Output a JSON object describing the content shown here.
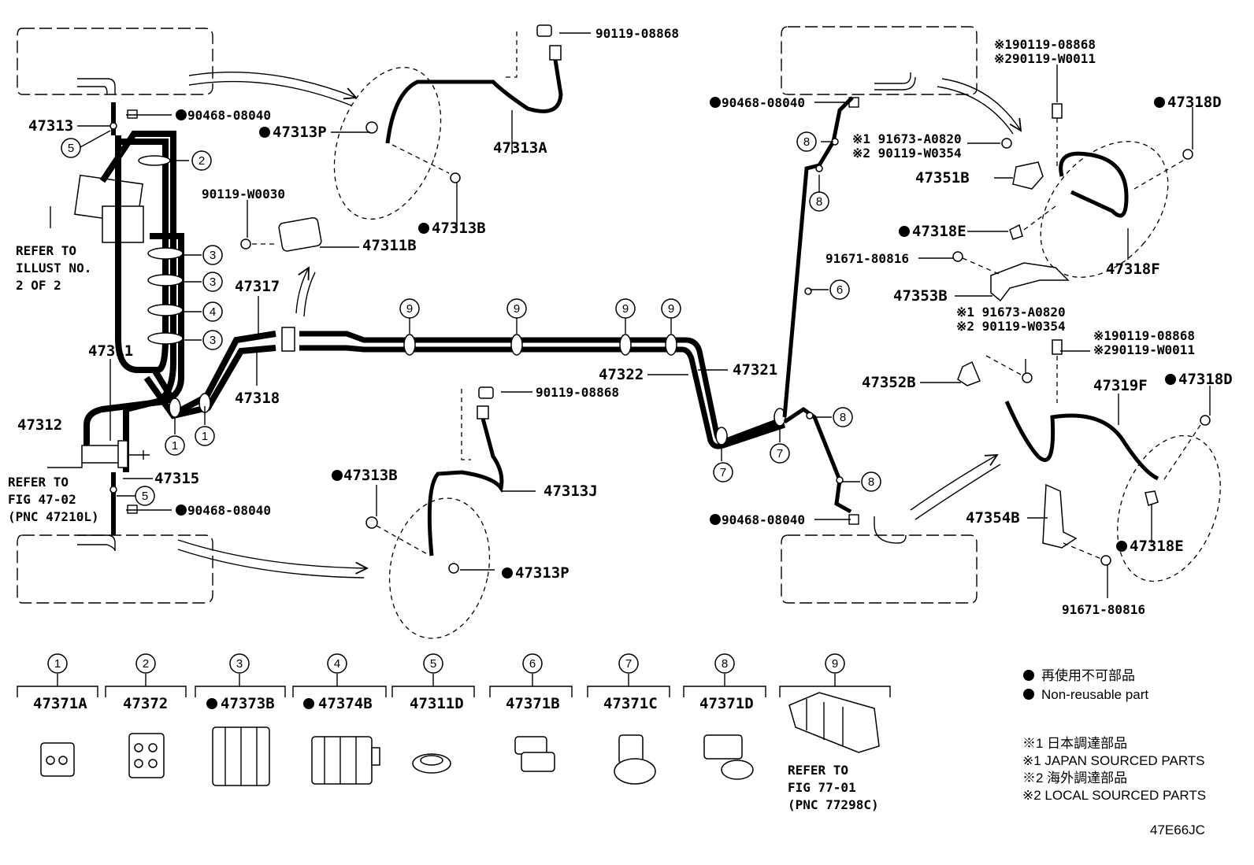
{
  "diagram_code": "47E66JC",
  "parts": {
    "p90119_08868_top": "90119-08868",
    "p47313A": "47313A",
    "p47313P_top": "47313P",
    "p47313B_top": "47313B",
    "p90119_W0030": "90119-W0030",
    "p47311B": "47311B",
    "p47313": "47313",
    "p90468_08040_tl": "90468-08040",
    "p47317": "47317",
    "p47311": "47311",
    "p47318": "47318",
    "p47312": "47312",
    "p47315": "47315",
    "p90468_08040_bl": "90468-08040",
    "p90119_08868_mid": "90119-08868",
    "p47313B_bot": "47313B",
    "p47313J": "47313J",
    "p47313P_bot": "47313P",
    "p47322": "47322",
    "p47321": "47321",
    "p90468_08040_tr": "90468-08040",
    "p90468_08040_br": "90468-08040",
    "p91673_A0820_a": "※1 91673-A0820",
    "p90119_W0354_a": "※2 90119-W0354",
    "p47351B": "47351B",
    "p190119_08868_a": "※190119-08868",
    "p290119_W0011_a": "※290119-W0011",
    "p47318D_a": "47318D",
    "p47318E_a": "47318E",
    "p91671_80816_a": "91671-80816",
    "p47318F": "47318F",
    "p47353B": "47353B",
    "p91673_A0820_b": "※1 91673-A0820",
    "p90119_W0354_b": "※2 90119-W0354",
    "p190119_08868_b": "※190119-08868",
    "p290119_W0011_b": "※290119-W0011",
    "p47352B": "47352B",
    "p47319F": "47319F",
    "p47318D_b": "47318D",
    "p47354B": "47354B",
    "p47318E_b": "47318E",
    "p91671_80816_b": "91671-80816"
  },
  "refer_left": [
    "REFER TO",
    "ILLUST NO.",
    "2 OF 2"
  ],
  "refer_fig": [
    "REFER TO",
    "FIG 47-02",
    "(PNC 47210L)"
  ],
  "refer_clamp": [
    "REFER TO",
    "FIG 77-01",
    "(PNC 77298C)"
  ],
  "callouts": {
    "c1": "1",
    "c2": "2",
    "c3": "3",
    "c4": "4",
    "c5": "5",
    "c6": "6",
    "c7": "7",
    "c8": "8",
    "c9": "9"
  },
  "clamps": [
    {
      "num": "1",
      "pn": "47371A",
      "non_reusable": false
    },
    {
      "num": "2",
      "pn": "47372",
      "non_reusable": false
    },
    {
      "num": "3",
      "pn": "47373B",
      "non_reusable": true
    },
    {
      "num": "4",
      "pn": "47374B",
      "non_reusable": true
    },
    {
      "num": "5",
      "pn": "47311D",
      "non_reusable": false
    },
    {
      "num": "6",
      "pn": "47371B",
      "non_reusable": false
    },
    {
      "num": "7",
      "pn": "47371C",
      "non_reusable": false
    },
    {
      "num": "8",
      "pn": "47371D",
      "non_reusable": false
    },
    {
      "num": "9",
      "pn": "",
      "non_reusable": false
    }
  ],
  "legend": {
    "jp": "再使用不可部品",
    "en": "Non-reusable part"
  },
  "notes": [
    "※1 日本調達部品",
    "※1 JAPAN SOURCED PARTS",
    "※2 海外調達部品",
    "※2 LOCAL SOURCED PARTS"
  ]
}
